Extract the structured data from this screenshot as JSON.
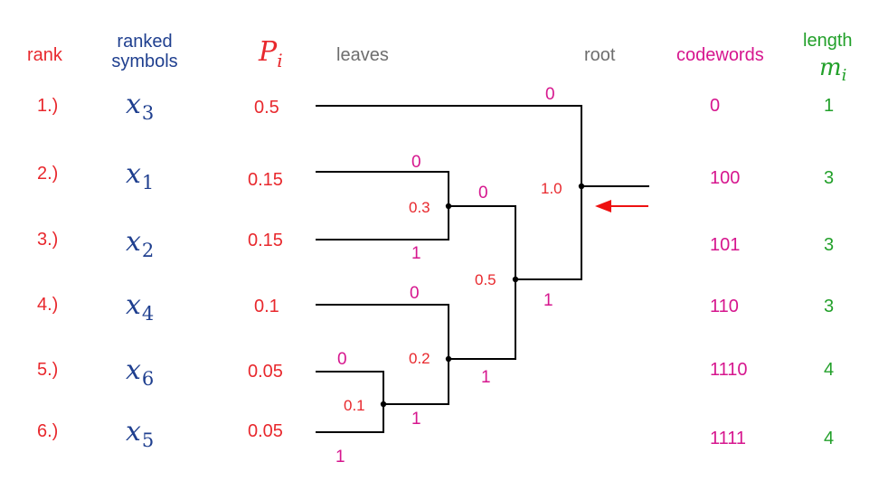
{
  "headers": {
    "rank": "rank",
    "ranked_symbols_line1": "ranked",
    "ranked_symbols_line2": "symbols",
    "p_base": "P",
    "p_sub": "i",
    "leaves": "leaves",
    "root": "root",
    "codewords": "codewords",
    "length": "length",
    "m_base": "m",
    "m_sub": "i"
  },
  "rows": [
    {
      "rank": "1.)",
      "sym_base": "x",
      "sym_sub": "3",
      "prob": "0.5",
      "codeword": "0",
      "length": "1"
    },
    {
      "rank": "2.)",
      "sym_base": "x",
      "sym_sub": "1",
      "prob": "0.15",
      "codeword": "100",
      "length": "3"
    },
    {
      "rank": "3.)",
      "sym_base": "x",
      "sym_sub": "2",
      "prob": "0.15",
      "codeword": "101",
      "length": "3"
    },
    {
      "rank": "4.)",
      "sym_base": "x",
      "sym_sub": "4",
      "prob": "0.1",
      "codeword": "110",
      "length": "3"
    },
    {
      "rank": "5.)",
      "sym_base": "x",
      "sym_sub": "6",
      "prob": "0.05",
      "codeword": "1110",
      "length": "4"
    },
    {
      "rank": "6.)",
      "sym_base": "x",
      "sym_sub": "5",
      "prob": "0.05",
      "codeword": "1111",
      "length": "4"
    }
  ],
  "nodes": {
    "n_1_0": "1.0",
    "n_0_5": "0.5",
    "n_0_3": "0.3",
    "n_0_2": "0.2",
    "n_0_1": "0.1"
  },
  "bits": {
    "root_top": "0",
    "root_bottom": "1",
    "n05_top": "0",
    "n05_bottom": "1",
    "n03_top": "0",
    "n03_bottom": "1",
    "n02_top": "0",
    "n02_bottom": "1",
    "n01_top": "0",
    "n01_bottom": "1"
  },
  "colors": {
    "rank": "#e8282d",
    "symbols": "#1f3f8f",
    "probabilities": "#e8282d",
    "codewords": "#d6168e",
    "length": "#22a02a",
    "tree_lines": "#000000",
    "arrow": "#ee1111"
  }
}
